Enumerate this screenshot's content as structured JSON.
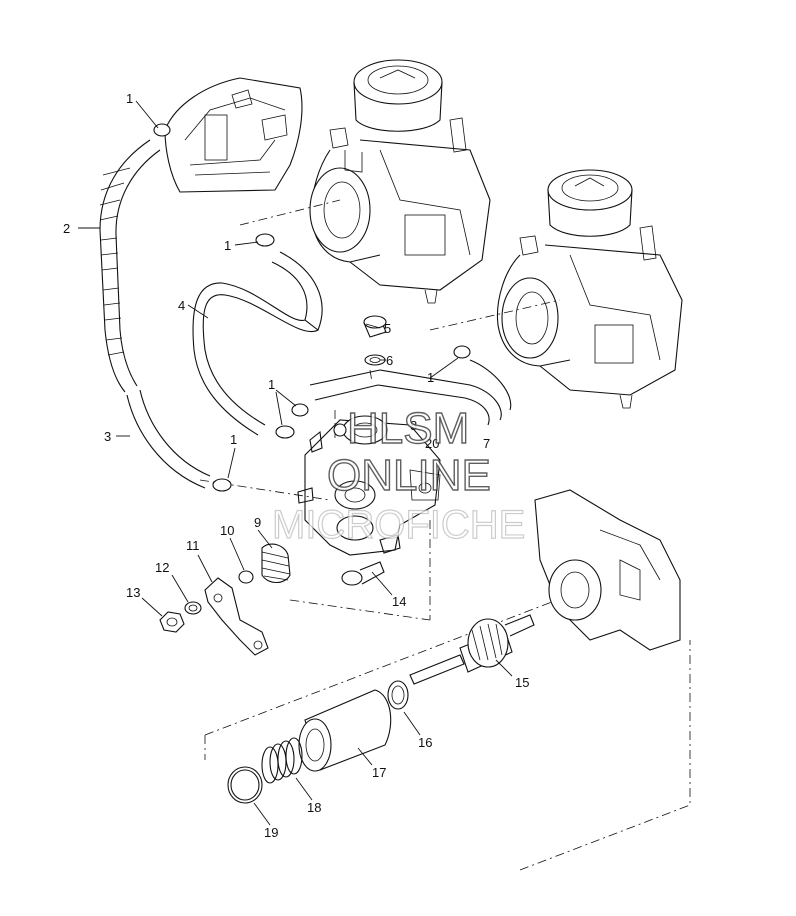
{
  "watermark": {
    "line1": "HLSM",
    "line2": "ONLINE",
    "line3": "MICROFICHE"
  },
  "callouts": {
    "c1a": "1",
    "c1b": "1",
    "c1c": "1",
    "c1d": "1",
    "c1e": "1",
    "c2": "2",
    "c3": "3",
    "c4": "4",
    "c5": "5",
    "c6": "6",
    "c7": "7",
    "c8": "8",
    "c9": "9",
    "c10": "10",
    "c11": "11",
    "c12": "12",
    "c13": "13",
    "c14": "14",
    "c15": "15",
    "c16": "16",
    "c17": "17",
    "c18": "18",
    "c19": "19",
    "c20": "20"
  }
}
